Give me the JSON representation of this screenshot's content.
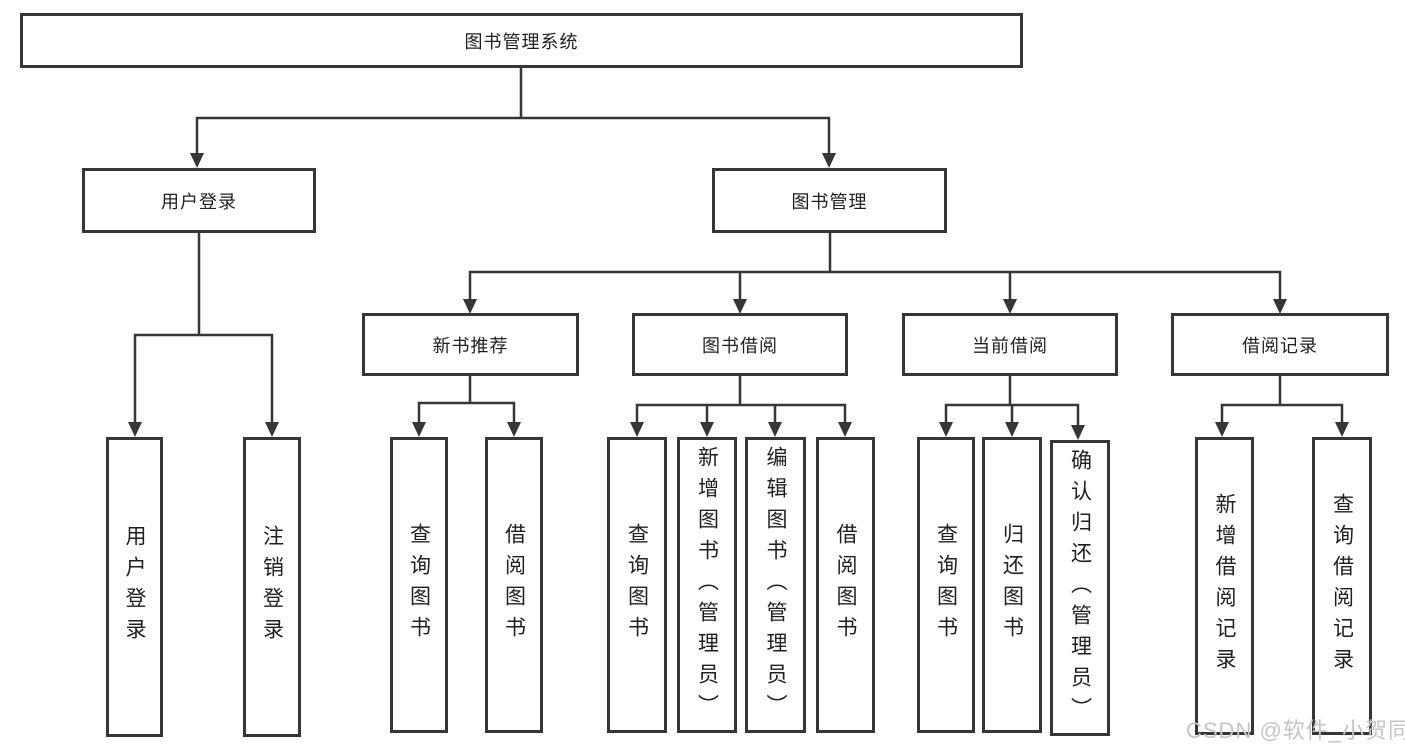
{
  "nodes": {
    "root": {
      "label": "图书管理系统"
    },
    "level1": [
      {
        "label": "用户登录"
      },
      {
        "label": "图书管理"
      }
    ],
    "level2": [
      {
        "label": "新书推荐"
      },
      {
        "label": "图书借阅"
      },
      {
        "label": "当前借阅"
      },
      {
        "label": "借阅记录"
      }
    ],
    "leaves": {
      "login": [
        "用户登录",
        "注销登录"
      ],
      "recommend": [
        "查询图书",
        "借阅图书"
      ],
      "borrow": [
        "查询图书",
        "新增图书（管理员）",
        "编辑图书（管理员）",
        "借阅图书"
      ],
      "current": [
        "查询图书",
        "归还图书",
        "确认归还（管理员）"
      ],
      "records": [
        "新增借阅记录",
        "查询借阅记录"
      ]
    }
  },
  "watermark": "CSDN @软件_小贺同学",
  "colors": {
    "line": "#363636",
    "text": "#1f1f1f",
    "background": "#ffffff",
    "watermark": "#c5c5c8"
  }
}
